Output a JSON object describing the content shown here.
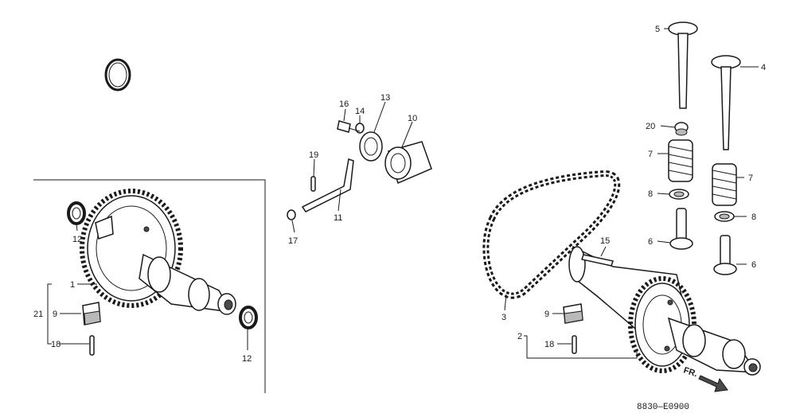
{
  "callouts": {
    "c1": "1",
    "c2": "2",
    "c3": "3",
    "c4": "4",
    "c5": "5",
    "c6a": "6",
    "c6b": "6",
    "c7a": "7",
    "c7b": "7",
    "c8a": "8",
    "c8b": "8",
    "c9a": "9",
    "c9b": "9",
    "c10": "10",
    "c11": "11",
    "c12a": "12",
    "c12b": "12",
    "c13": "13",
    "c14": "14",
    "c15": "15",
    "c16": "16",
    "c17": "17",
    "c18a": "18",
    "c18b": "18",
    "c19": "19",
    "c20": "20",
    "c21": "21"
  },
  "drawing_code": "8830—E0900",
  "front_marker": "FR."
}
